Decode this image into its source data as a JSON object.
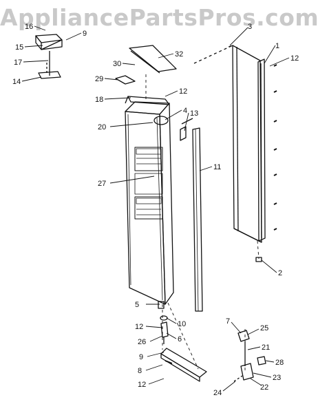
{
  "watermark": "AppliancePartsPros.com",
  "callouts": [
    "16",
    "9",
    "15",
    "17",
    "14",
    "3",
    "1",
    "12",
    "32",
    "30",
    "29",
    "18",
    "12",
    "4",
    "20",
    "13",
    "11",
    "27",
    "2",
    "5",
    "10",
    "12",
    "6",
    "26",
    "9",
    "8",
    "12",
    "7",
    "25",
    "21",
    "28",
    "23",
    "22",
    "24"
  ]
}
